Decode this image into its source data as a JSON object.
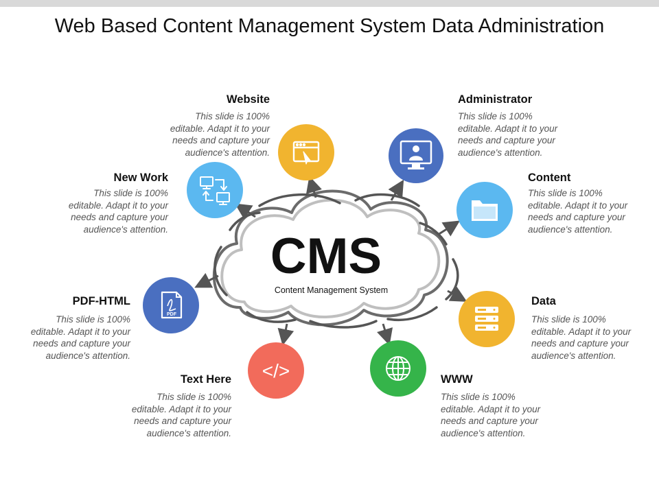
{
  "title": "Web Based Content Management System Data Administration",
  "center": {
    "heading": "CMS",
    "subtitle": "Content Management System"
  },
  "nodes": [
    {
      "key": "website",
      "title": "Website",
      "icon": "browser-cursor-icon",
      "color": "#F1B42F",
      "text": "This slide is 100% editable. Adapt it to your needs and capture your audience's attention."
    },
    {
      "key": "administrator",
      "title": "Administrator",
      "icon": "monitor-user-icon",
      "color": "#4A6FC0",
      "text": "This slide is 100% editable. Adapt it to your needs and capture your audience's attention."
    },
    {
      "key": "new-work",
      "title": "New Work",
      "icon": "sync-computers-icon",
      "color": "#5BB8F0",
      "text": "This slide is 100% editable. Adapt it to your needs and capture your audience's attention."
    },
    {
      "key": "content",
      "title": "Content",
      "icon": "folder-icon",
      "color": "#5BB8F0",
      "text": "This slide is 100% editable. Adapt it to your needs and capture your audience's attention."
    },
    {
      "key": "pdf-html",
      "title": "PDF-HTML",
      "icon": "pdf-file-icon",
      "color": "#4A6FC0",
      "text": "This slide is 100% editable. Adapt it to your needs and capture your audience's attention."
    },
    {
      "key": "data",
      "title": "Data",
      "icon": "server-icon",
      "color": "#F1B42F",
      "text": "This slide is 100% editable. Adapt it to your needs and capture your audience's attention."
    },
    {
      "key": "text-here",
      "title": "Text Here",
      "icon": "code-icon",
      "color": "#F26B5B",
      "text": "This slide is 100% editable. Adapt it to your needs and capture your audience's attention."
    },
    {
      "key": "www",
      "title": "WWW",
      "icon": "globe-icon",
      "color": "#35B44A",
      "text": "This slide is 100% editable. Adapt it to your needs and capture your audience's attention."
    }
  ],
  "code_glyph": "</>",
  "pdf_label": "PDF"
}
